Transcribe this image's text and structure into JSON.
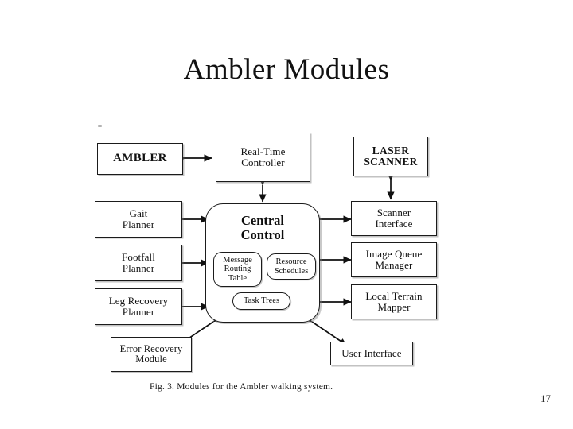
{
  "slide": {
    "title": "Ambler Modules",
    "page_number": "17"
  },
  "figure": {
    "caption": "Fig. 3.   Modules for the Ambler walking system.",
    "central": {
      "title_line1": "Central",
      "title_line2": "Control",
      "subnodes": [
        {
          "name": "message-routing-table",
          "line1": "Message",
          "line2": "Routing",
          "line3": "Table"
        },
        {
          "name": "resource-schedules",
          "line1": "Resource",
          "line2": "Schedules",
          "line3": ""
        },
        {
          "name": "task-trees",
          "line1": "Task Trees",
          "line2": "",
          "line3": ""
        }
      ]
    },
    "nodes": [
      {
        "name": "ambler",
        "line1": "AMBLER",
        "line2": "",
        "style": "bold"
      },
      {
        "name": "real-time-controller",
        "line1": "Real-Time",
        "line2": "Controller",
        "style": "normal"
      },
      {
        "name": "laser-scanner",
        "line1": "LASER",
        "line2": "SCANNER",
        "style": "bold"
      },
      {
        "name": "gait-planner",
        "line1": "Gait",
        "line2": "Planner",
        "style": "normal"
      },
      {
        "name": "footfall-planner",
        "line1": "Footfall",
        "line2": "Planner",
        "style": "normal"
      },
      {
        "name": "leg-recovery-planner",
        "line1": "Leg Recovery",
        "line2": "Planner",
        "style": "normal"
      },
      {
        "name": "scanner-interface",
        "line1": "Scanner",
        "line2": "Interface",
        "style": "normal"
      },
      {
        "name": "image-queue-manager",
        "line1": "Image Queue",
        "line2": "Manager",
        "style": "normal"
      },
      {
        "name": "local-terrain-mapper",
        "line1": "Local Terrain",
        "line2": "Mapper",
        "style": "normal"
      },
      {
        "name": "error-recovery-module",
        "line1": "Error Recovery",
        "line2": "Module",
        "style": "normal"
      },
      {
        "name": "user-interface",
        "line1": "User Interface",
        "line2": "",
        "style": "normal"
      }
    ],
    "connections": [
      {
        "name": "ambler-to-real-time-controller",
        "kind": "bidirectional-horizontal"
      },
      {
        "name": "real-time-controller-to-central-control",
        "kind": "bidirectional-vertical"
      },
      {
        "name": "laser-scanner-to-scanner-interface",
        "kind": "bidirectional-vertical"
      },
      {
        "name": "gait-planner-to-central-control",
        "kind": "bidirectional-horizontal"
      },
      {
        "name": "footfall-planner-to-central-control",
        "kind": "bidirectional-horizontal"
      },
      {
        "name": "leg-recovery-planner-to-central-control",
        "kind": "bidirectional-horizontal"
      },
      {
        "name": "central-control-to-scanner-interface",
        "kind": "bidirectional-horizontal"
      },
      {
        "name": "central-control-to-image-queue-manager",
        "kind": "bidirectional-horizontal"
      },
      {
        "name": "central-control-to-local-terrain-mapper",
        "kind": "bidirectional-horizontal"
      },
      {
        "name": "central-control-to-error-recovery-module",
        "kind": "bidirectional-diagonal"
      },
      {
        "name": "central-control-to-user-interface",
        "kind": "bidirectional-diagonal"
      }
    ]
  },
  "colors": {
    "ink": "#111111",
    "paper": "#ffffff"
  }
}
